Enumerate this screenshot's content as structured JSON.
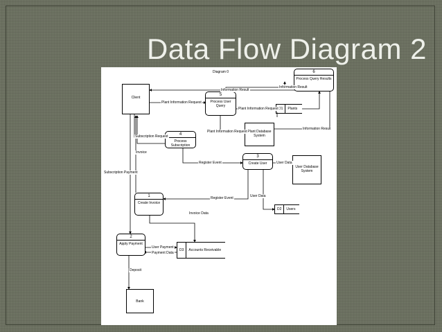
{
  "slide": {
    "title": "Data Flow Diagram 2"
  },
  "diagram": {
    "caption": "Diagram 0",
    "entities": {
      "client": "Client",
      "bank": "Bank",
      "plant_db": "Plant Database System",
      "user_db": "User Database System"
    },
    "processes": {
      "p1": {
        "num": "1",
        "name": "Create Invoice"
      },
      "p2": {
        "num": "2",
        "name": "Apply Payment"
      },
      "p3": {
        "num": "3",
        "name": "Create User"
      },
      "p4": {
        "num": "4",
        "name": "Process Subscription"
      },
      "p5": {
        "num": "5",
        "name": "Process User Query"
      },
      "p6": {
        "num": "6",
        "name": "Process Query Results"
      }
    },
    "stores": {
      "d1": {
        "id": "D1",
        "name": "Plants"
      },
      "d2": {
        "id": "D2",
        "name": "Users"
      },
      "d3": {
        "id": "D3",
        "name": "Accounts Receivable"
      }
    },
    "flows": {
      "info_result_top": "Information Result",
      "info_result_left": "Information Result",
      "plant_info_req_1": "Plant Information Request",
      "plant_info_req_2": "Plant Information Request",
      "plant_info_req_3": "Plant Information Request",
      "info_result_right": "Information Result",
      "subscription_req": "Subscription Request",
      "invoice_1": "Invoice",
      "subscription_payment": "Subscription Payment",
      "register_event_1": "Register Event",
      "register_event_2": "Register Event",
      "user_data_1": "User Data",
      "user_data_2": "User Data",
      "invoice_data": "Invoice Data",
      "user_payment": "User Payment",
      "payment_data": "Payment Data",
      "deposit": "Deposit"
    }
  }
}
